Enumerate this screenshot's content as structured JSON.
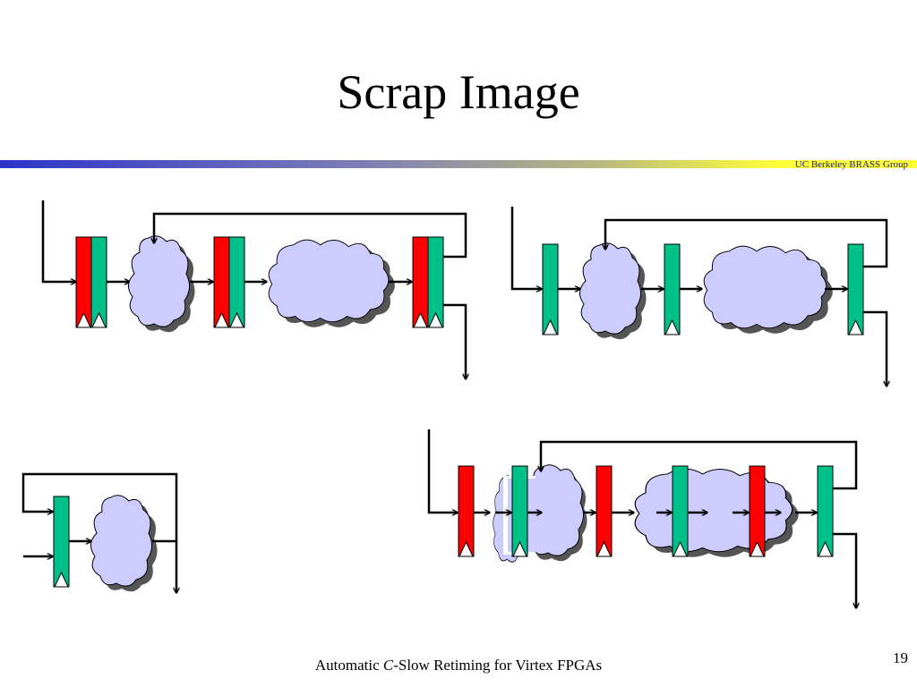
{
  "slide": {
    "title": "Scrap Image",
    "group": "UC Berkeley BRASS Group",
    "footer": {
      "prefix": "Automatic ",
      "italic": "C",
      "suffix": "-Slow Retiming for Virtex FPGAs"
    },
    "page_number": "19"
  },
  "colors": {
    "register_red": "#ff0000",
    "register_green": "#00c08a",
    "cloud_fill": "#ccccff",
    "cloud_shadow": "#555555",
    "wire": "#000000"
  },
  "diagrams": [
    {
      "name": "c-slowed-circuit",
      "components": [
        "register-pair",
        "logic-cloud-small",
        "register-pair",
        "logic-cloud-large",
        "register-pair"
      ]
    },
    {
      "name": "original-circuit",
      "components": [
        "register",
        "logic-cloud-small",
        "register",
        "logic-cloud-large",
        "register"
      ]
    },
    {
      "name": "single-register-loop",
      "components": [
        "register",
        "logic-cloud-small"
      ]
    },
    {
      "name": "retimed-circuit",
      "components": [
        "register-red",
        "register-green",
        "logic-cloud-split",
        "register-red",
        "register-green",
        "register-red",
        "logic-cloud-large",
        "register-green"
      ]
    }
  ]
}
